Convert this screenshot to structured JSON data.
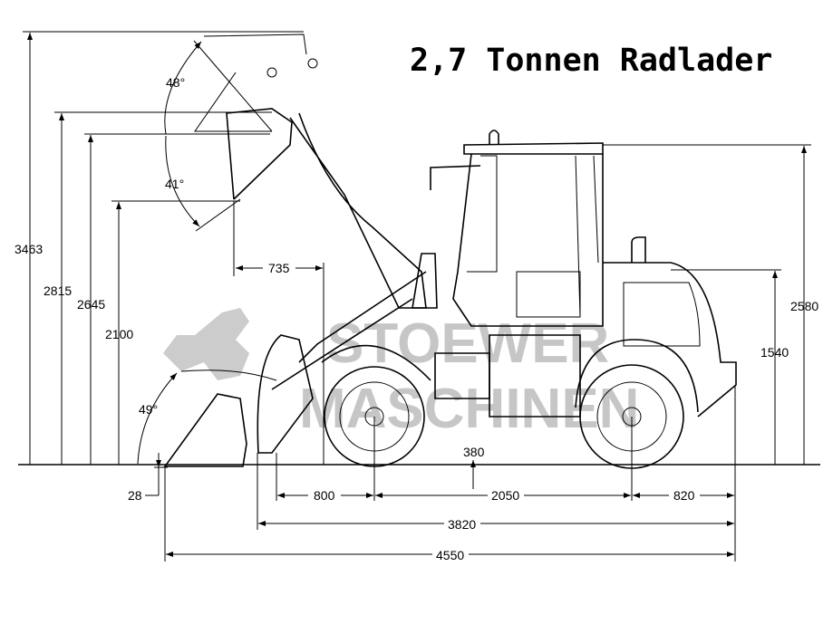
{
  "title": "2,7 Tonnen Radlader",
  "watermark": {
    "line1": "STOEWER",
    "line2": "MASCHINEN"
  },
  "dimensions": {
    "max_height": "3463",
    "hinge_height": "2815",
    "height_2645": "2645",
    "dump_height": "2100",
    "dump_reach": "735",
    "cab_height": "2580",
    "hood_height": "1540",
    "ground_clearance": "380",
    "dig_depth": "28",
    "front_overhang": "800",
    "wheelbase": "2050",
    "rear_overhang": "820",
    "length_without_bucket": "3820",
    "total_length": "4550"
  },
  "angles": {
    "rollback_top": "48°",
    "dump_angle": "41°",
    "rollback_ground": "49°"
  }
}
